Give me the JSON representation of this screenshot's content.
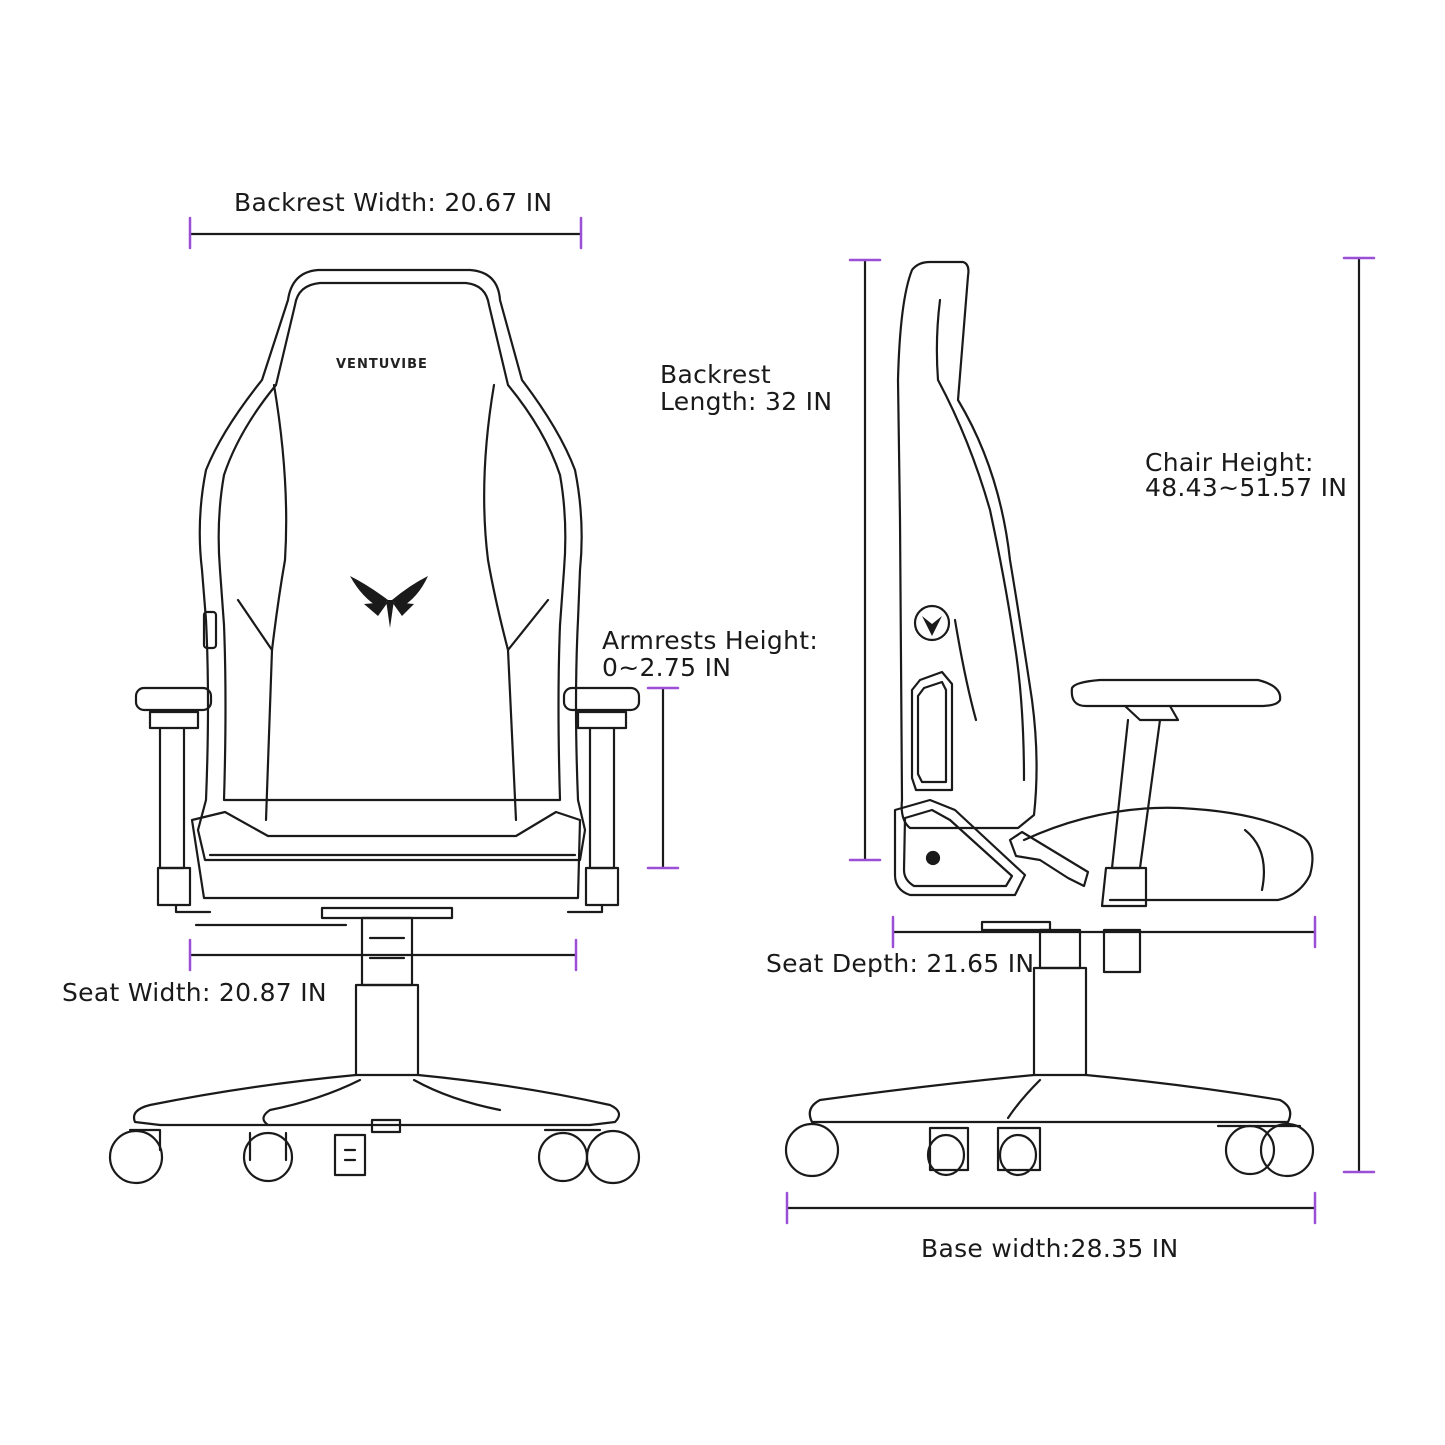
{
  "brand": {
    "name": "VENTUVIBE",
    "accent_color": "#9b4fd6",
    "line_color": "#1a1a1a"
  },
  "front_view": {
    "backrest_width": "Backrest Width: 20.67 IN",
    "seat_width": "Seat Width: 20.87 IN",
    "armrests_height_line1": "Armrests Height:",
    "armrests_height_line2": "0~2.75 IN"
  },
  "side_view": {
    "backrest_length_line1": "Backrest",
    "backrest_length_line2": "Length: 32 IN",
    "chair_height_line1": "Chair Height:",
    "chair_height_line2": "48.43~51.57 IN",
    "seat_depth": "Seat Depth: 21.65 IN",
    "base_width": "Base width:28.35 IN"
  }
}
